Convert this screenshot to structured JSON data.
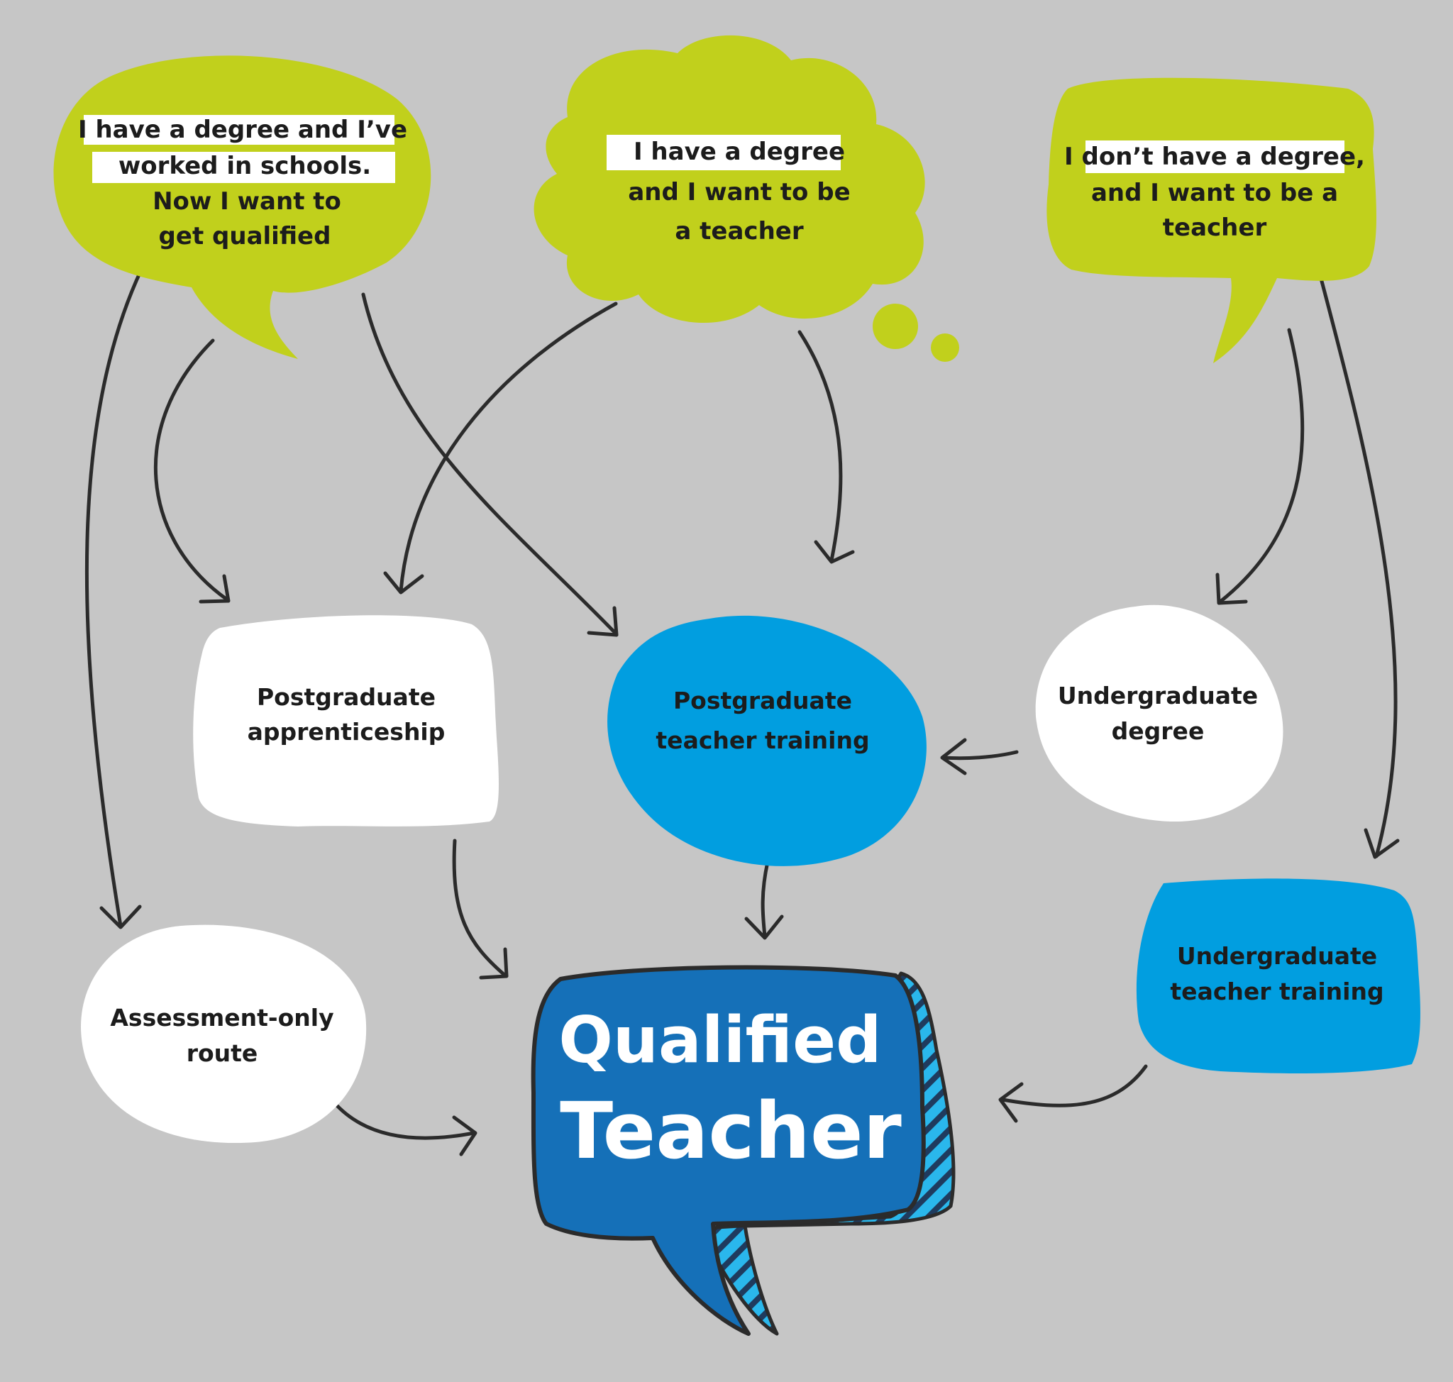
{
  "colors": {
    "background": "#c6c6c6",
    "lime": "#c1d01c",
    "white": "#ffffff",
    "light_blue": "#019ee0",
    "dark_blue": "#1570b8",
    "stripe": "#2ab7ec",
    "outline": "#2b2b2b"
  },
  "bubbles": {
    "worked_in_schools": {
      "line1": "I have a degree and I’ve",
      "line2": "worked in schools.",
      "line3": "Now I want to",
      "line4": "get qualified"
    },
    "have_degree": {
      "line1": "I have a degree",
      "line2": "and I want to be",
      "line3": "a teacher"
    },
    "no_degree": {
      "line1": "I don’t have a degree,",
      "line2": "and I want to be a",
      "line3": "teacher"
    }
  },
  "routes": {
    "postgrad_apprenticeship": {
      "line1": "Postgraduate",
      "line2": "apprenticeship"
    },
    "postgrad_teacher_training": {
      "line1": "Postgraduate",
      "line2": "teacher training"
    },
    "undergrad_degree": {
      "line1": "Undergraduate",
      "line2": "degree"
    },
    "assessment_only": {
      "line1": "Assessment-only",
      "line2": "route"
    },
    "undergrad_teacher_training": {
      "line1": "Undergraduate",
      "line2": "teacher training"
    }
  },
  "goal": {
    "line1": "Qualified",
    "line2": "Teacher"
  }
}
